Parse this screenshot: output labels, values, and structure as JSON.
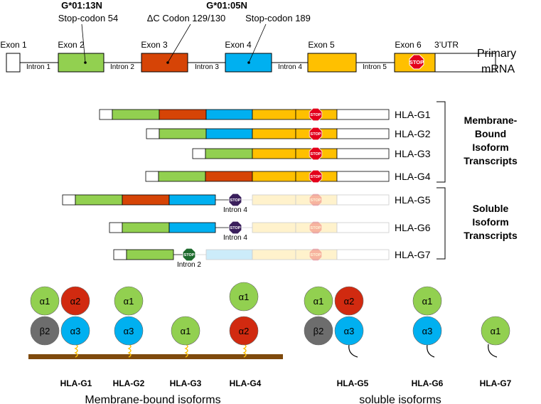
{
  "colors": {
    "exon1": "#ffffff",
    "exon2": "#92d050",
    "exon3": "#d64406",
    "exon4": "#00b0f0",
    "exon5": "#ffc000",
    "exon6": "#ffc000",
    "utr": "#ffffff",
    "faded_exon5": "#fff2cc",
    "faded_exon4": "#ccecfa",
    "stop_red": "#e3001b",
    "stop_purple": "#3a1f5c",
    "stop_green": "#1e6b2e",
    "alpha1": "#92d050",
    "alpha2": "#d12a10",
    "alpha3": "#00b0f0",
    "beta2": "#6d6d6d",
    "membrane": "#7f4a0c",
    "anchor": "#ffc000"
  },
  "gene": {
    "title": "Primary mRNA",
    "exons": [
      "Exon 1",
      "Exon 2",
      "Exon 3",
      "Exon 4",
      "Exon 5",
      "Exon 6",
      "3’UTR"
    ],
    "introns": [
      "Intron 1",
      "Intron 2",
      "Intron 3",
      "Intron 4",
      "Intron 5"
    ],
    "stop_label": "STOP",
    "annotations": [
      {
        "allele": "G*01:13N",
        "note": "Stop-codon 54"
      },
      {
        "allele": "",
        "note": "ΔC Codon 129/130"
      },
      {
        "allele": "G*01:05N",
        "note": "Stop-codon 189"
      }
    ]
  },
  "transcripts": [
    {
      "name": "HLA-G1",
      "segments": [
        "exon2",
        "exon3",
        "exon4",
        "exon5",
        "exon6",
        "utr"
      ],
      "stop": "red"
    },
    {
      "name": "HLA-G2",
      "segments": [
        "exon2",
        "exon4",
        "exon5",
        "exon6",
        "utr"
      ],
      "stop": "red"
    },
    {
      "name": "HLA-G3",
      "segments": [
        "exon2",
        "exon5",
        "exon6",
        "utr"
      ],
      "stop": "red"
    },
    {
      "name": "HLA-G4",
      "segments": [
        "exon2",
        "exon3",
        "exon5",
        "exon6",
        "utr"
      ],
      "stop": "red"
    },
    {
      "name": "HLA-G5",
      "segments": [
        "exon2",
        "exon3",
        "exon4"
      ],
      "stop": "purple",
      "intron_label": "Intron 4"
    },
    {
      "name": "HLA-G6",
      "segments": [
        "exon2",
        "exon4"
      ],
      "stop": "purple",
      "intron_label": "Intron 4"
    },
    {
      "name": "HLA-G7",
      "segments": [
        "exon2"
      ],
      "stop": "green",
      "intron_label": "Intron 2"
    }
  ],
  "groups": {
    "membrane": "Membrane-Bound Isoform Transcripts",
    "soluble": "Soluble Isoform Transcripts",
    "membrane_lines": [
      "Membrane-",
      "Bound",
      "Isoform",
      "Transcripts"
    ],
    "soluble_lines": [
      "Soluble",
      "Isoform",
      "Transcripts"
    ]
  },
  "proteins": {
    "domain_labels": {
      "a1": "α1",
      "a2": "α2",
      "a3": "α3",
      "b2": "β2"
    },
    "isoforms": [
      "HLA-G1",
      "HLA-G2",
      "HLA-G3",
      "HLA-G4",
      "HLA-G5",
      "HLA-G6",
      "HLA-G7"
    ],
    "membrane_caption": "Membrane-bound isoforms",
    "soluble_caption": "soluble isoforms"
  }
}
